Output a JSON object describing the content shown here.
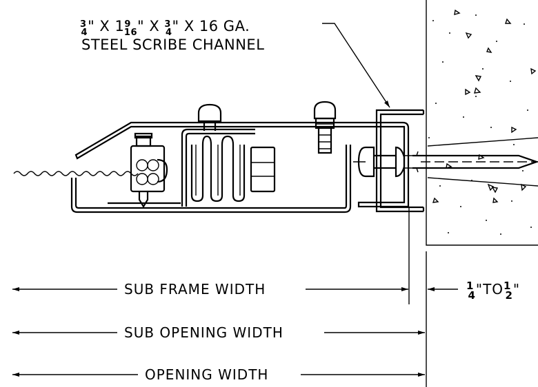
{
  "callout": {
    "size": {
      "a_num": "3",
      "a_den": "4",
      "x1": "\" X 1",
      "b_num": "9",
      "b_den": "16",
      "x2": "\" X ",
      "c_num": "3",
      "c_den": "4",
      "tail": "\" X 16 GA."
    },
    "name": "STEEL SCRIBE CHANNEL"
  },
  "dimensions": {
    "sub_frame_width": "SUB FRAME WIDTH",
    "sub_opening_width": "SUB OPENING WIDTH",
    "opening_width": "OPENING WIDTH",
    "gap": {
      "from_num": "1",
      "from_den": "4",
      "to": "\"TO",
      "to_num": "1",
      "to_den": "2",
      "tail": "\""
    }
  }
}
